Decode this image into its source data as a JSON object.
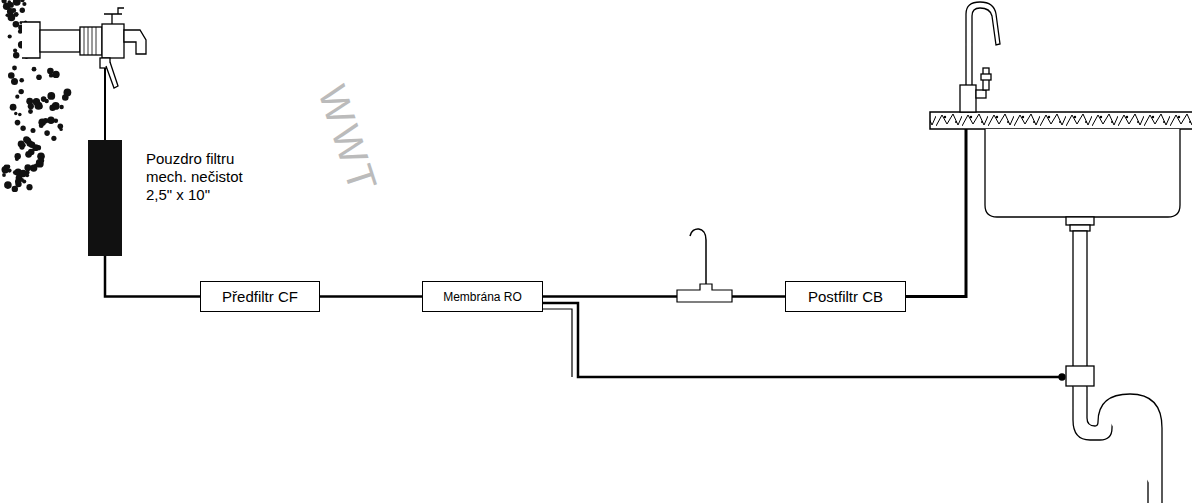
{
  "diagram": {
    "nodes": [
      {
        "text": [
          "Pouzdro filtru mech. nečistot 2,5\" x 10\""
        ]
      },
      {
        "text": [
          "Předfiltr CF"
        ]
      },
      {
        "text": [
          "Membrána RO"
        ]
      },
      {
        "text": [
          "Postfiltr CB"
        ]
      }
    ],
    "edges": [
      {
        "from": 0,
        "to": 1,
        "arrow": "none"
      },
      {
        "from": 1,
        "to": 2,
        "arrow": "none"
      },
      {
        "from": 2,
        "to": 3,
        "arrow": "none"
      }
    ],
    "labels": [
      "WWT"
    ]
  }
}
